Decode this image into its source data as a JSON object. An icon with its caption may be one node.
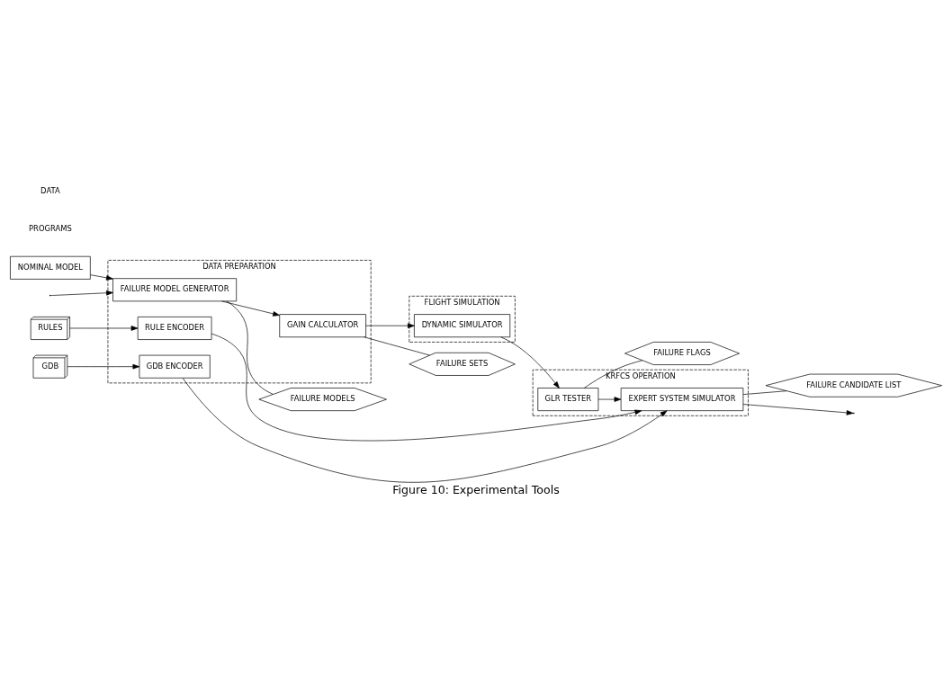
{
  "diagram": {
    "caption": "Figure 10: Experimental Tools",
    "nodes": [
      {
        "text": [
          "DATA PREPARATION"
        ]
      },
      {
        "text": [
          "FAILURE MODEL GENERATOR"
        ],
        "in": 0
      },
      {
        "text": [
          "GAIN CALCULATOR"
        ],
        "in": 0
      },
      {
        "text": [
          "RULE ENCODER"
        ],
        "in": 0
      },
      {
        "text": [
          "GDB ENCODER"
        ],
        "in": 0
      },
      {
        "text": [
          "FLIGHT SIMULATION"
        ]
      },
      {
        "text": [
          "DYNAMIC SIMULATOR"
        ],
        "in": 5
      },
      {
        "text": [
          "KRFCS OPERATION"
        ]
      },
      {
        "text": [
          "GLR TESTER"
        ],
        "in": 7
      },
      {
        "text": [
          "EXPERT SYSTEM SIMULATOR"
        ],
        "in": 7
      },
      {
        "text": [
          "NOMINAL MODEL"
        ]
      },
      {
        "text": [
          "FAILURE MODELS"
        ]
      },
      {
        "text": [
          "FAILURE SETS"
        ]
      },
      {
        "text": [
          "RULES"
        ]
      },
      {
        "text": [
          "GDB"
        ]
      },
      {
        "text": [
          "FAILURE FLAGS"
        ]
      },
      {
        "text": [
          "FAILURE CANDIDATE LIST"
        ]
      }
    ],
    "edges": [
      {
        "from": null,
        "to": 1,
        "arrow": "to"
      },
      {
        "from": 10,
        "to": 1,
        "arrow": "to"
      },
      {
        "from": 1,
        "to": 2,
        "arrow": "to"
      },
      {
        "from": 1,
        "to": 11,
        "arrow": "none"
      },
      {
        "from": 2,
        "to": 6,
        "arrow": "to"
      },
      {
        "from": 2,
        "to": 12,
        "arrow": "none"
      },
      {
        "from": 13,
        "to": 3,
        "arrow": "to"
      },
      {
        "from": 14,
        "to": 4,
        "arrow": "to"
      },
      {
        "from": 3,
        "to": 9,
        "arrow": "to"
      },
      {
        "from": 4,
        "to": 9,
        "arrow": "to"
      },
      {
        "from": 6,
        "to": 8,
        "arrow": "to"
      },
      {
        "from": 8,
        "to": 9,
        "arrow": "to"
      },
      {
        "from": 8,
        "to": 15,
        "arrow": "none"
      },
      {
        "from": 9,
        "to": null,
        "arrow": "to"
      },
      {
        "from": 9,
        "to": 16,
        "arrow": "none"
      }
    ],
    "labels": [
      "PROGRAMS",
      "DATA"
    ]
  }
}
